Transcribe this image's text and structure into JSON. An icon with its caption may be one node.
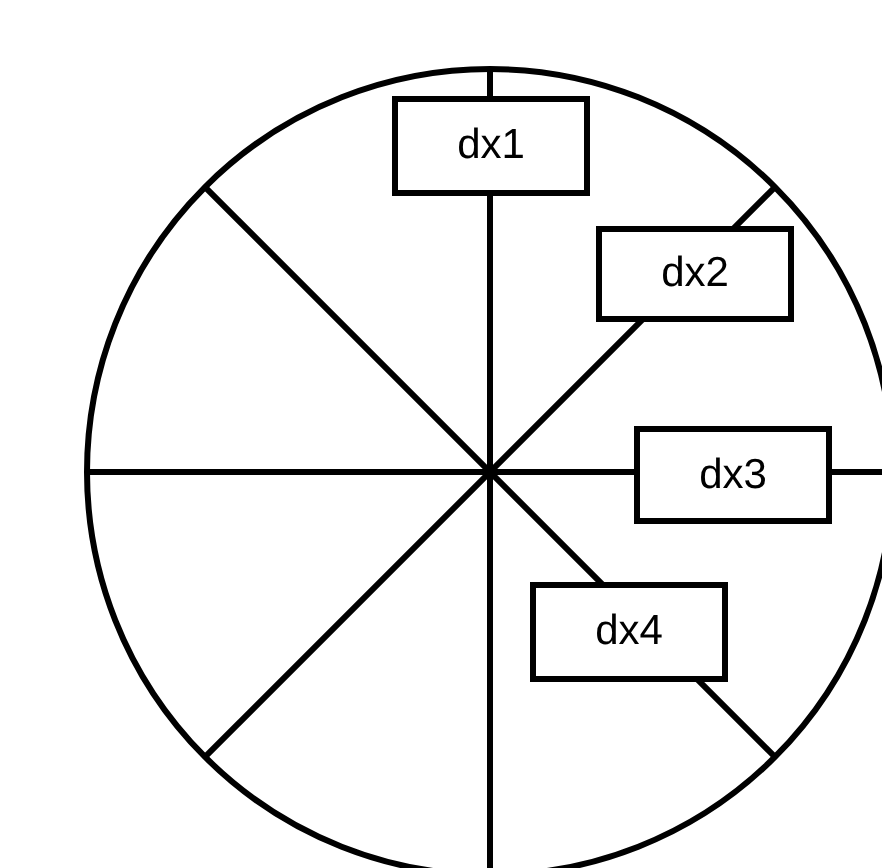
{
  "diagram": {
    "nodes": [
      {
        "text": [],
        "shape": "circle"
      },
      {
        "text": [
          "dx1"
        ],
        "in": 0
      },
      {
        "text": [
          "dx2"
        ],
        "in": 0
      },
      {
        "text": [
          "dx3"
        ],
        "in": 0
      },
      {
        "text": [
          "dx4"
        ],
        "in": 0
      }
    ]
  }
}
